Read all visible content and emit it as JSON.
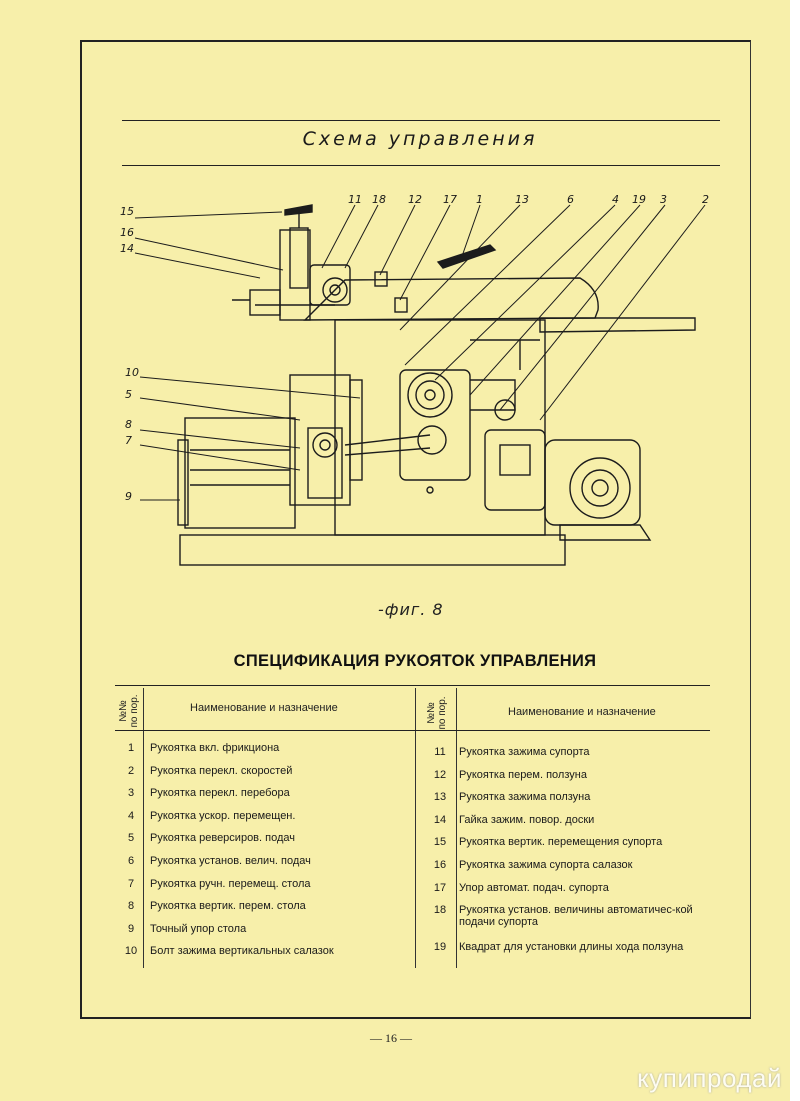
{
  "header": {
    "title": "Схема управления"
  },
  "figure": {
    "caption": "-фиг. 8",
    "callouts": [
      "1",
      "2",
      "3",
      "4",
      "5",
      "6",
      "7",
      "8",
      "9",
      "10",
      "11",
      "12",
      "13",
      "14",
      "15",
      "16",
      "17",
      "18",
      "19"
    ]
  },
  "spec": {
    "title": "СПЕЦИФИКАЦИЯ РУКОЯТОК УПРАВЛЕНИЯ",
    "num_header": "№№\nпо пор.",
    "name_header": "Наименование и назначение",
    "left_rows": [
      {
        "n": "1",
        "text": "Рукоятка вкл. фрикциона"
      },
      {
        "n": "2",
        "text": "Рукоятка перекл. скоростей"
      },
      {
        "n": "3",
        "text": "Рукоятка перекл. перебора"
      },
      {
        "n": "4",
        "text": "Рукоятка ускор. перемещен."
      },
      {
        "n": "5",
        "text": "Рукоятка реверсиров. подач"
      },
      {
        "n": "6",
        "text": "Рукоятка установ. велич. подач"
      },
      {
        "n": "7",
        "text": "Рукоятка ручн. перемещ. стола"
      },
      {
        "n": "8",
        "text": "Рукоятка вертик. перем. стола"
      },
      {
        "n": "9",
        "text": "Точный упор стола"
      },
      {
        "n": "10",
        "text": "Болт зажима вертикальных салазок"
      }
    ],
    "right_rows": [
      {
        "n": "11",
        "text": "Рукоятка зажима супорта"
      },
      {
        "n": "12",
        "text": "Рукоятка перем. ползуна"
      },
      {
        "n": "13",
        "text": "Рукоятка зажима ползуна"
      },
      {
        "n": "14",
        "text": "Гайка зажим. повор. доски"
      },
      {
        "n": "15",
        "text": "Рукоятка вертик. перемещения супорта"
      },
      {
        "n": "16",
        "text": "Рукоятка зажима супорта салазок"
      },
      {
        "n": "17",
        "text": "Упор автомат. подач. супорта"
      },
      {
        "n": "18",
        "text": "Рукоятка установ. величины автоматичес-кой подачи супорта"
      },
      {
        "n": "19",
        "text": "Квадрат для установки длины хода ползуна"
      }
    ]
  },
  "footer": {
    "page": "— 16 —"
  },
  "watermark": "купипродай"
}
